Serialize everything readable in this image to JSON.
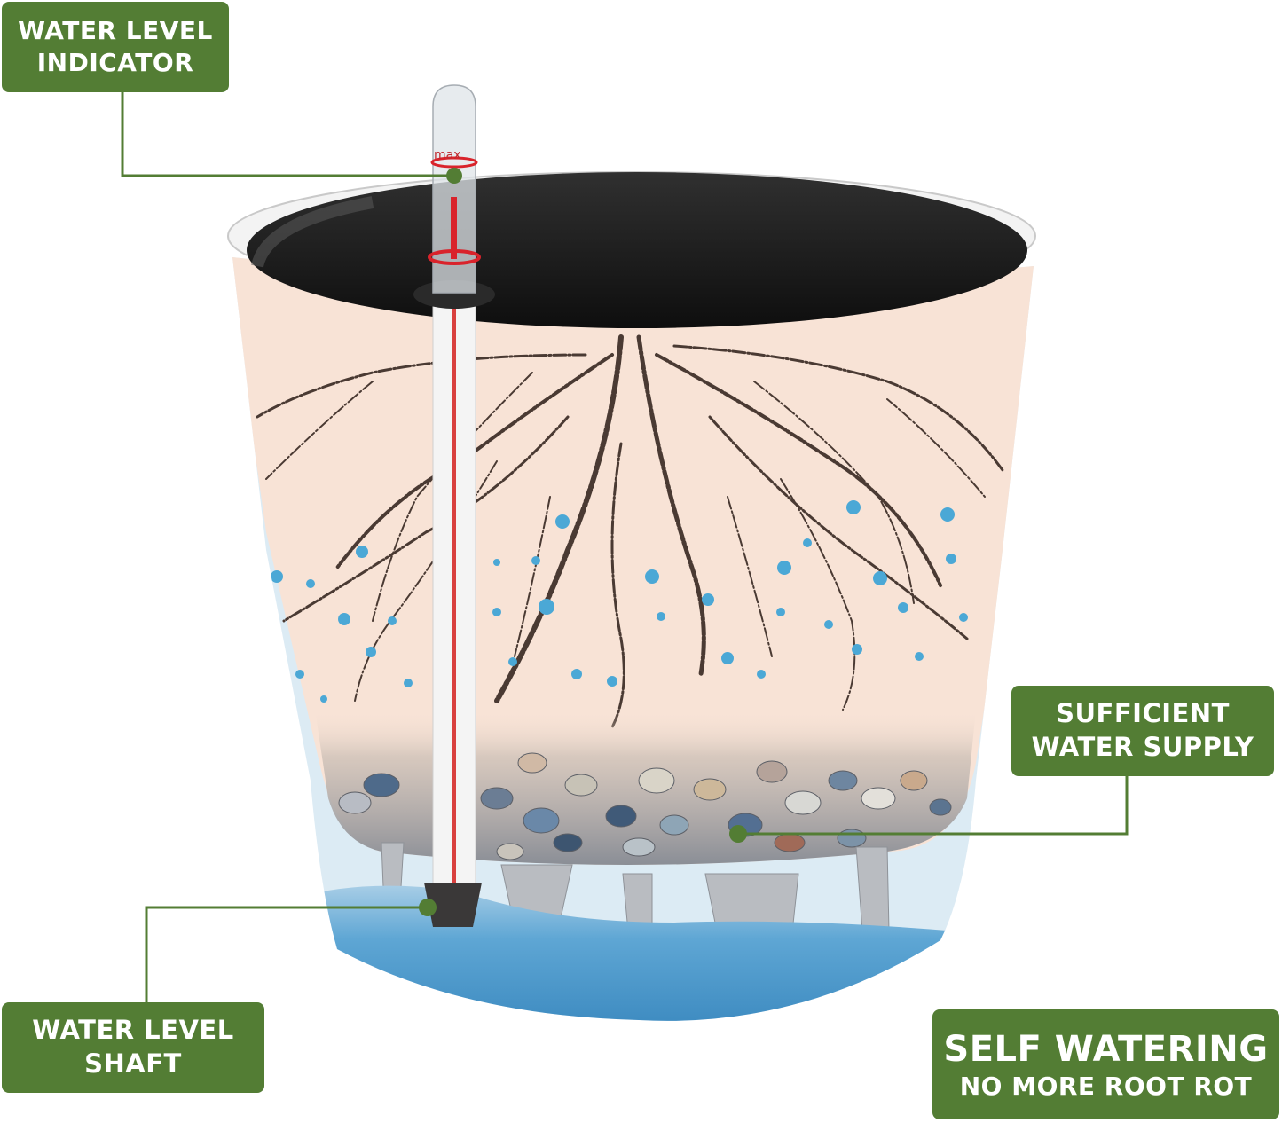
{
  "labels": {
    "water_level_indicator": {
      "line1": "WATER LEVEL",
      "line2": "INDICATOR"
    },
    "sufficient_water_supply": {
      "line1": "SUFFICIENT",
      "line2": "WATER SUPPLY"
    },
    "water_level_shaft": {
      "line1": "WATER LEVEL",
      "line2": "SHAFT"
    },
    "self_watering": {
      "line1": "SELF WATERING",
      "line2": "NO MORE ROOT ROT"
    }
  },
  "indicator_tube": {
    "mark_text": "max"
  },
  "colors": {
    "label_green": "#537d34",
    "pot_body": "#f8e3d6",
    "pot_inner": "#1c1c1c",
    "water_blue": "#4a92c6",
    "root_brown": "#4a3a33",
    "droplet_blue": "#4ba8d6",
    "indicator_red": "#d9232b"
  }
}
